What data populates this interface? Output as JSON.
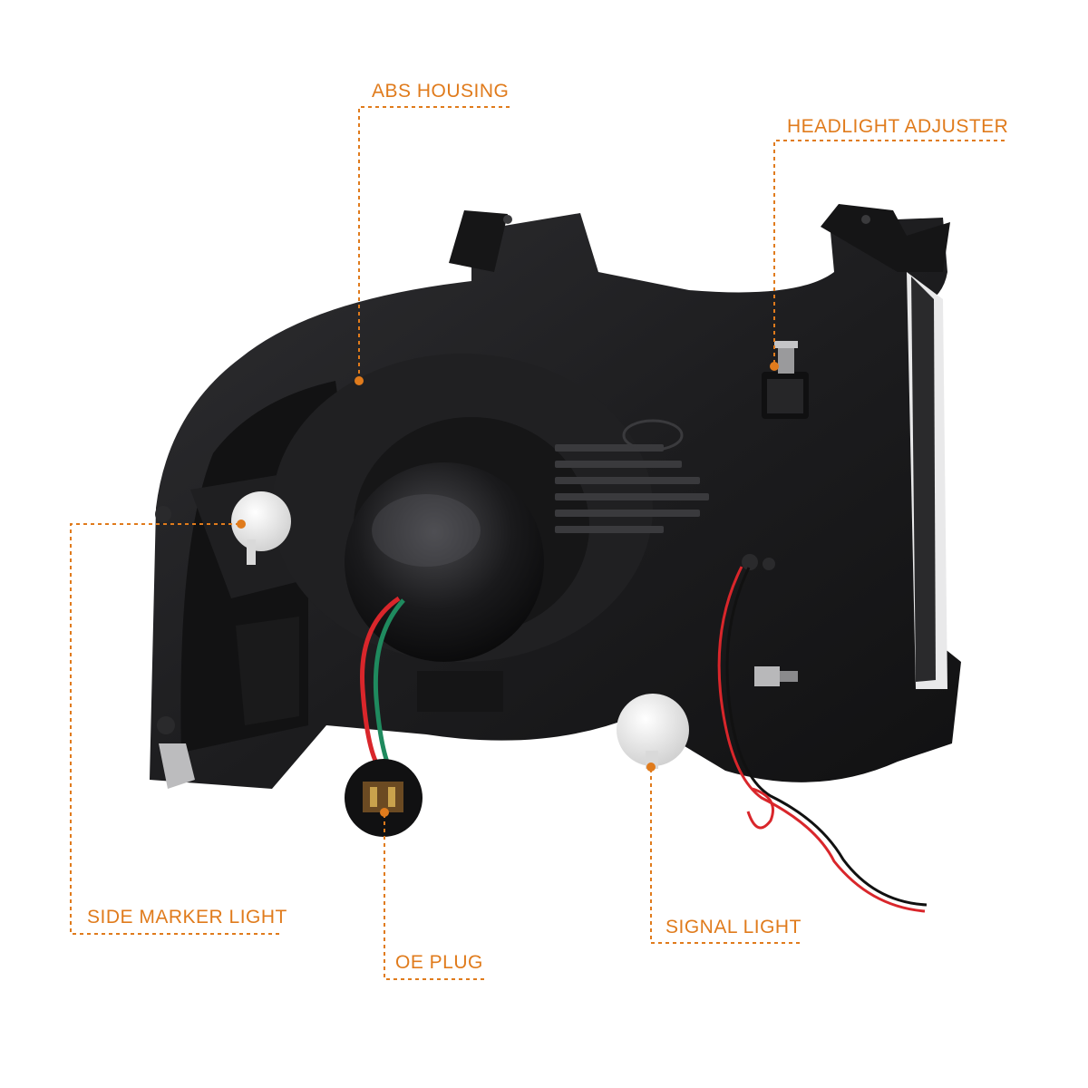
{
  "callouts": {
    "abs_housing": "ABS HOUSING",
    "headlight_adjuster": "HEADLIGHT ADJUSTER",
    "side_marker_light": "SIDE MARKER LIGHT",
    "oe_plug": "OE PLUG",
    "signal_light": "SIGNAL LIGHT"
  },
  "colors": {
    "accent": "#e07b1c",
    "housing": "#1c1c1e",
    "wire_red": "#d9262b",
    "wire_green": "#1f8a5e"
  }
}
